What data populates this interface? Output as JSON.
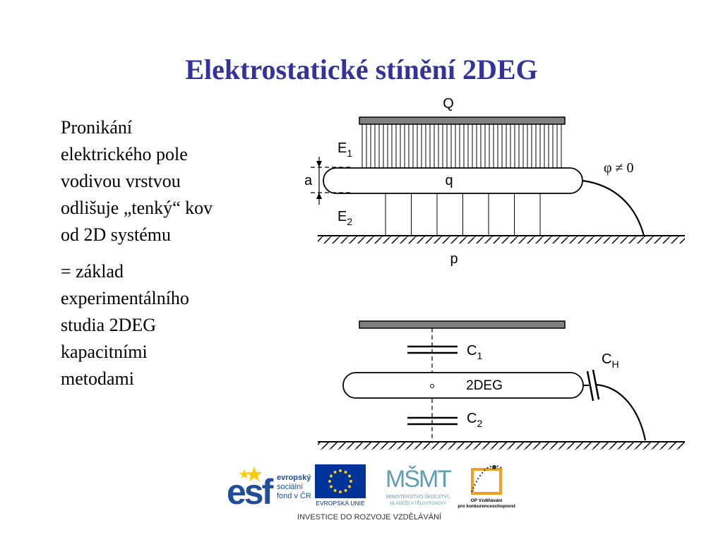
{
  "slide": {
    "title": "Elektrostatické stínění 2DEG",
    "paragraphs": [
      [
        "Pronikání",
        "elektrického pole",
        "vodivou vrstvou",
        "odlišuje „tenký“ kov",
        "od 2D systému"
      ],
      [
        "= základ",
        "experimentálního",
        "studia 2DEG",
        "kapacitními",
        "metodami"
      ]
    ]
  },
  "diagram_top": {
    "q_top": "Q",
    "e1": "E",
    "e1_sub": "1",
    "a": "a",
    "q_layer": "q",
    "phi": "φ ≠ 0",
    "e2": "E",
    "e2_sub": "2",
    "p": "p"
  },
  "diagram_bottom": {
    "c1": "C",
    "c1_sub": "1",
    "ch": "C",
    "ch_sub": "H",
    "layer": "2DEG",
    "c2": "C",
    "c2_sub": "2"
  },
  "footer": {
    "esf_letters": "esf",
    "esf_line1": "evropský",
    "esf_line2": "sociální",
    "esf_line3": "fond v ČR",
    "eu_label": "EVROPSKÁ UNIE",
    "msmt_logo": "MŠMT",
    "msmt_line1": "MINISTERSTVO ŠKOLSTVÍ,",
    "msmt_line2": "MLÁDEŽE A TĚLOVÝCHOVY",
    "op_line1": "OP Vzdělávání",
    "op_line2": "pro konkurenceschopnost",
    "tagline": "INVESTICE DO ROZVOJE VZDĚLÁVÁNÍ",
    "colors": {
      "esf_blue": "#1f4e9b",
      "eu_blue": "#003399",
      "eu_star": "#ffcc00",
      "msmt_teal": "#5e9fb3",
      "op_orange": "#f0a020"
    }
  }
}
